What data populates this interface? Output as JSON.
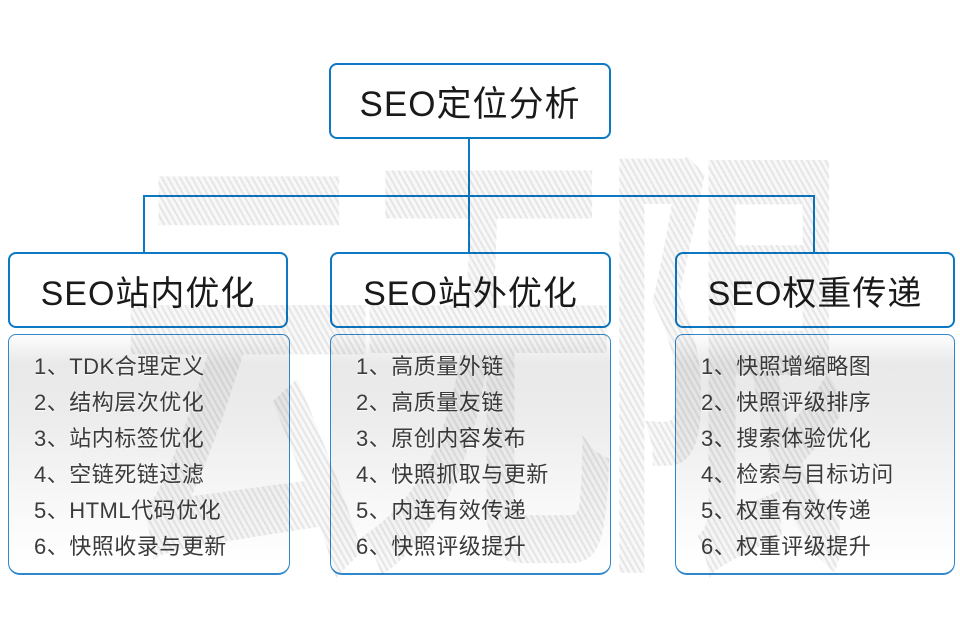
{
  "diagram": {
    "root": {
      "title": "SEO定位分析"
    },
    "branches": [
      {
        "title": "SEO站内优化",
        "items": [
          "1、TDK合理定义",
          "2、结构层次优化",
          "3、站内标签优化",
          "4、空链死链过滤",
          "5、HTML代码优化",
          "6、快照收录与更新"
        ]
      },
      {
        "title": "SEO站外优化",
        "items": [
          "1、高质量外链",
          "2、高质量友链",
          "3、原创内容发布",
          "4、快照抓取与更新",
          "5、内连有效传递",
          "6、快照评级提升"
        ]
      },
      {
        "title": "SEO权重传递",
        "items": [
          "1、快照增缩略图",
          "2、快照评级排序",
          "3、搜索体验优化",
          "4、检索与目标访问",
          "5、权重有效传递",
          "6、权重评级提升"
        ]
      }
    ],
    "watermark": "云无限",
    "colors": {
      "line_blue": "#0d78c4",
      "card_border_blue": "#2f88cc",
      "heading_text": "#1a1a1a",
      "item_text": "#3b3b3b",
      "card_gradient_top": "#e9e9e9",
      "background": "#ffffff"
    }
  }
}
